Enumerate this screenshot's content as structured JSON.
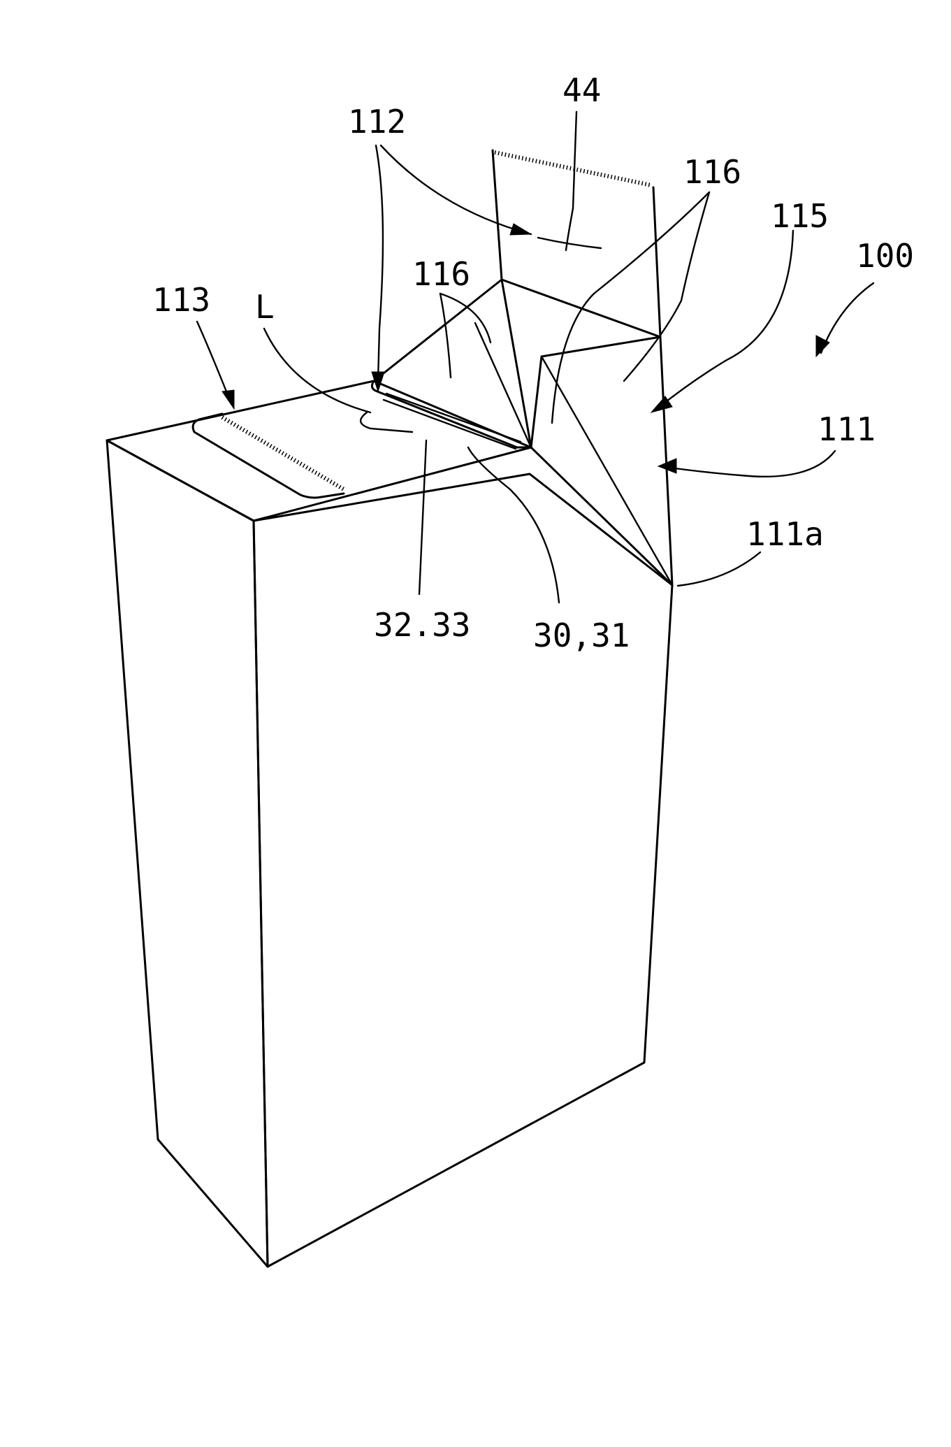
{
  "labels": {
    "ref_44": "44",
    "ref_112": "112",
    "ref_116_right": "116",
    "ref_115": "115",
    "ref_100": "100",
    "ref_116_left": "116",
    "ref_113": "113",
    "ref_L": "L",
    "ref_111": "111",
    "ref_111a": "111a",
    "ref_32_33": "32.33",
    "ref_30_31": "30,31"
  },
  "colors": {
    "line": "#000000",
    "background": "#ffffff"
  }
}
